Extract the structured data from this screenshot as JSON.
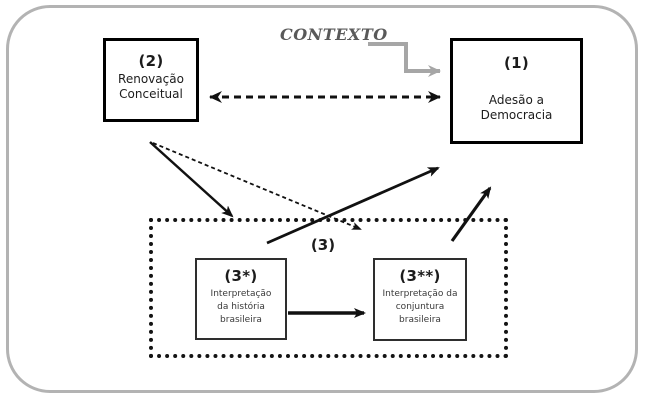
{
  "diagram": {
    "context": {
      "label": "CONTEXTO"
    },
    "nodes": {
      "box1": {
        "id": "(1)",
        "label": "Adesão a\nDemocracia"
      },
      "box2": {
        "id": "(2)",
        "label": "Renovação\nConceitual"
      },
      "group3": {
        "label": "(3)"
      },
      "box3a": {
        "id": "(3*)",
        "label": "Interpretação\nda história\nbrasileira"
      },
      "box3b": {
        "id": "(3**)",
        "label": "Interpretação da\nconjuntura\nbrasileira"
      }
    },
    "edges": [
      {
        "from": "contexto",
        "to": "box1",
        "style": "gray-elbow-solid-arrow"
      },
      {
        "from": "box2",
        "to": "box1",
        "style": "dashed-double-headed-arrow"
      },
      {
        "from": "box2",
        "to": "group3-top-edge",
        "style": "solid-arrow"
      },
      {
        "from": "box2",
        "to": "inside-group3",
        "style": "thin-dashed-arrow"
      },
      {
        "from": "inside-group3",
        "to": "box1",
        "style": "solid-arrow"
      },
      {
        "from": "inside-group3-right",
        "to": "upper-right",
        "style": "solid-arrow"
      },
      {
        "from": "box3a",
        "to": "box3b",
        "style": "solid-arrow"
      }
    ],
    "colors": {
      "node_border": "#000000",
      "inner_node_border": "#2e2e2e",
      "dotted_group_border": "#141414",
      "outer_frame_border": "#b3b3b3",
      "context_text": "#595959",
      "context_arrow": "#a6a6a6",
      "arrow_black": "#111111",
      "text": "#1c1c1c"
    }
  }
}
